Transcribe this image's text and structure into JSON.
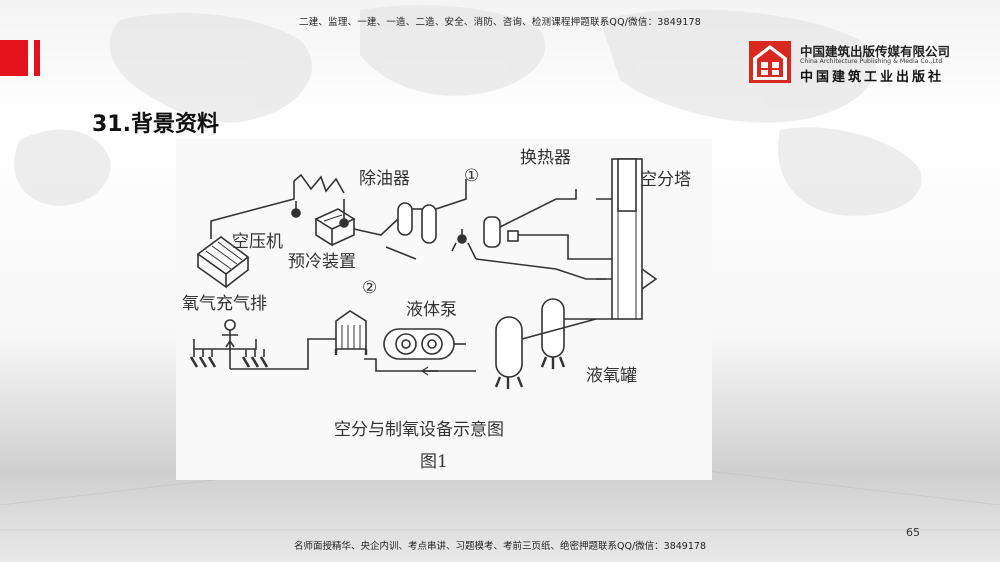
{
  "header": {
    "banner": "二建、监理、一建、一造、二造、安全、消防、咨询、检测课程押题联系QQ/微信：3849178"
  },
  "publisher": {
    "name_cn": "中国建筑出版传媒有限公司",
    "name_en": "China Architecture Publishing & Media Co.,Ltd",
    "name_script": "中国建筑工业出版社"
  },
  "slide": {
    "title": "31.背景资料",
    "page_number": "65"
  },
  "figure": {
    "labels": {
      "oil_remover": "除油器",
      "marker_1": "①",
      "heat_exchanger": "换热器",
      "air_separation_tower": "空分塔",
      "air_compressor": "空压机",
      "precooling_unit": "预冷装置",
      "oxygen_filling_rack": "氧气充气排",
      "marker_2": "②",
      "liquid_pump": "液体泵",
      "liquid_oxygen_tank": "液氧罐"
    },
    "caption": "空分与制氧设备示意图",
    "figure_number": "图1"
  },
  "footer": {
    "banner": "名师面授精华、央企内训、考点串讲、习题模考、考前三页纸、绝密押题联系QQ/微信：3849178"
  }
}
